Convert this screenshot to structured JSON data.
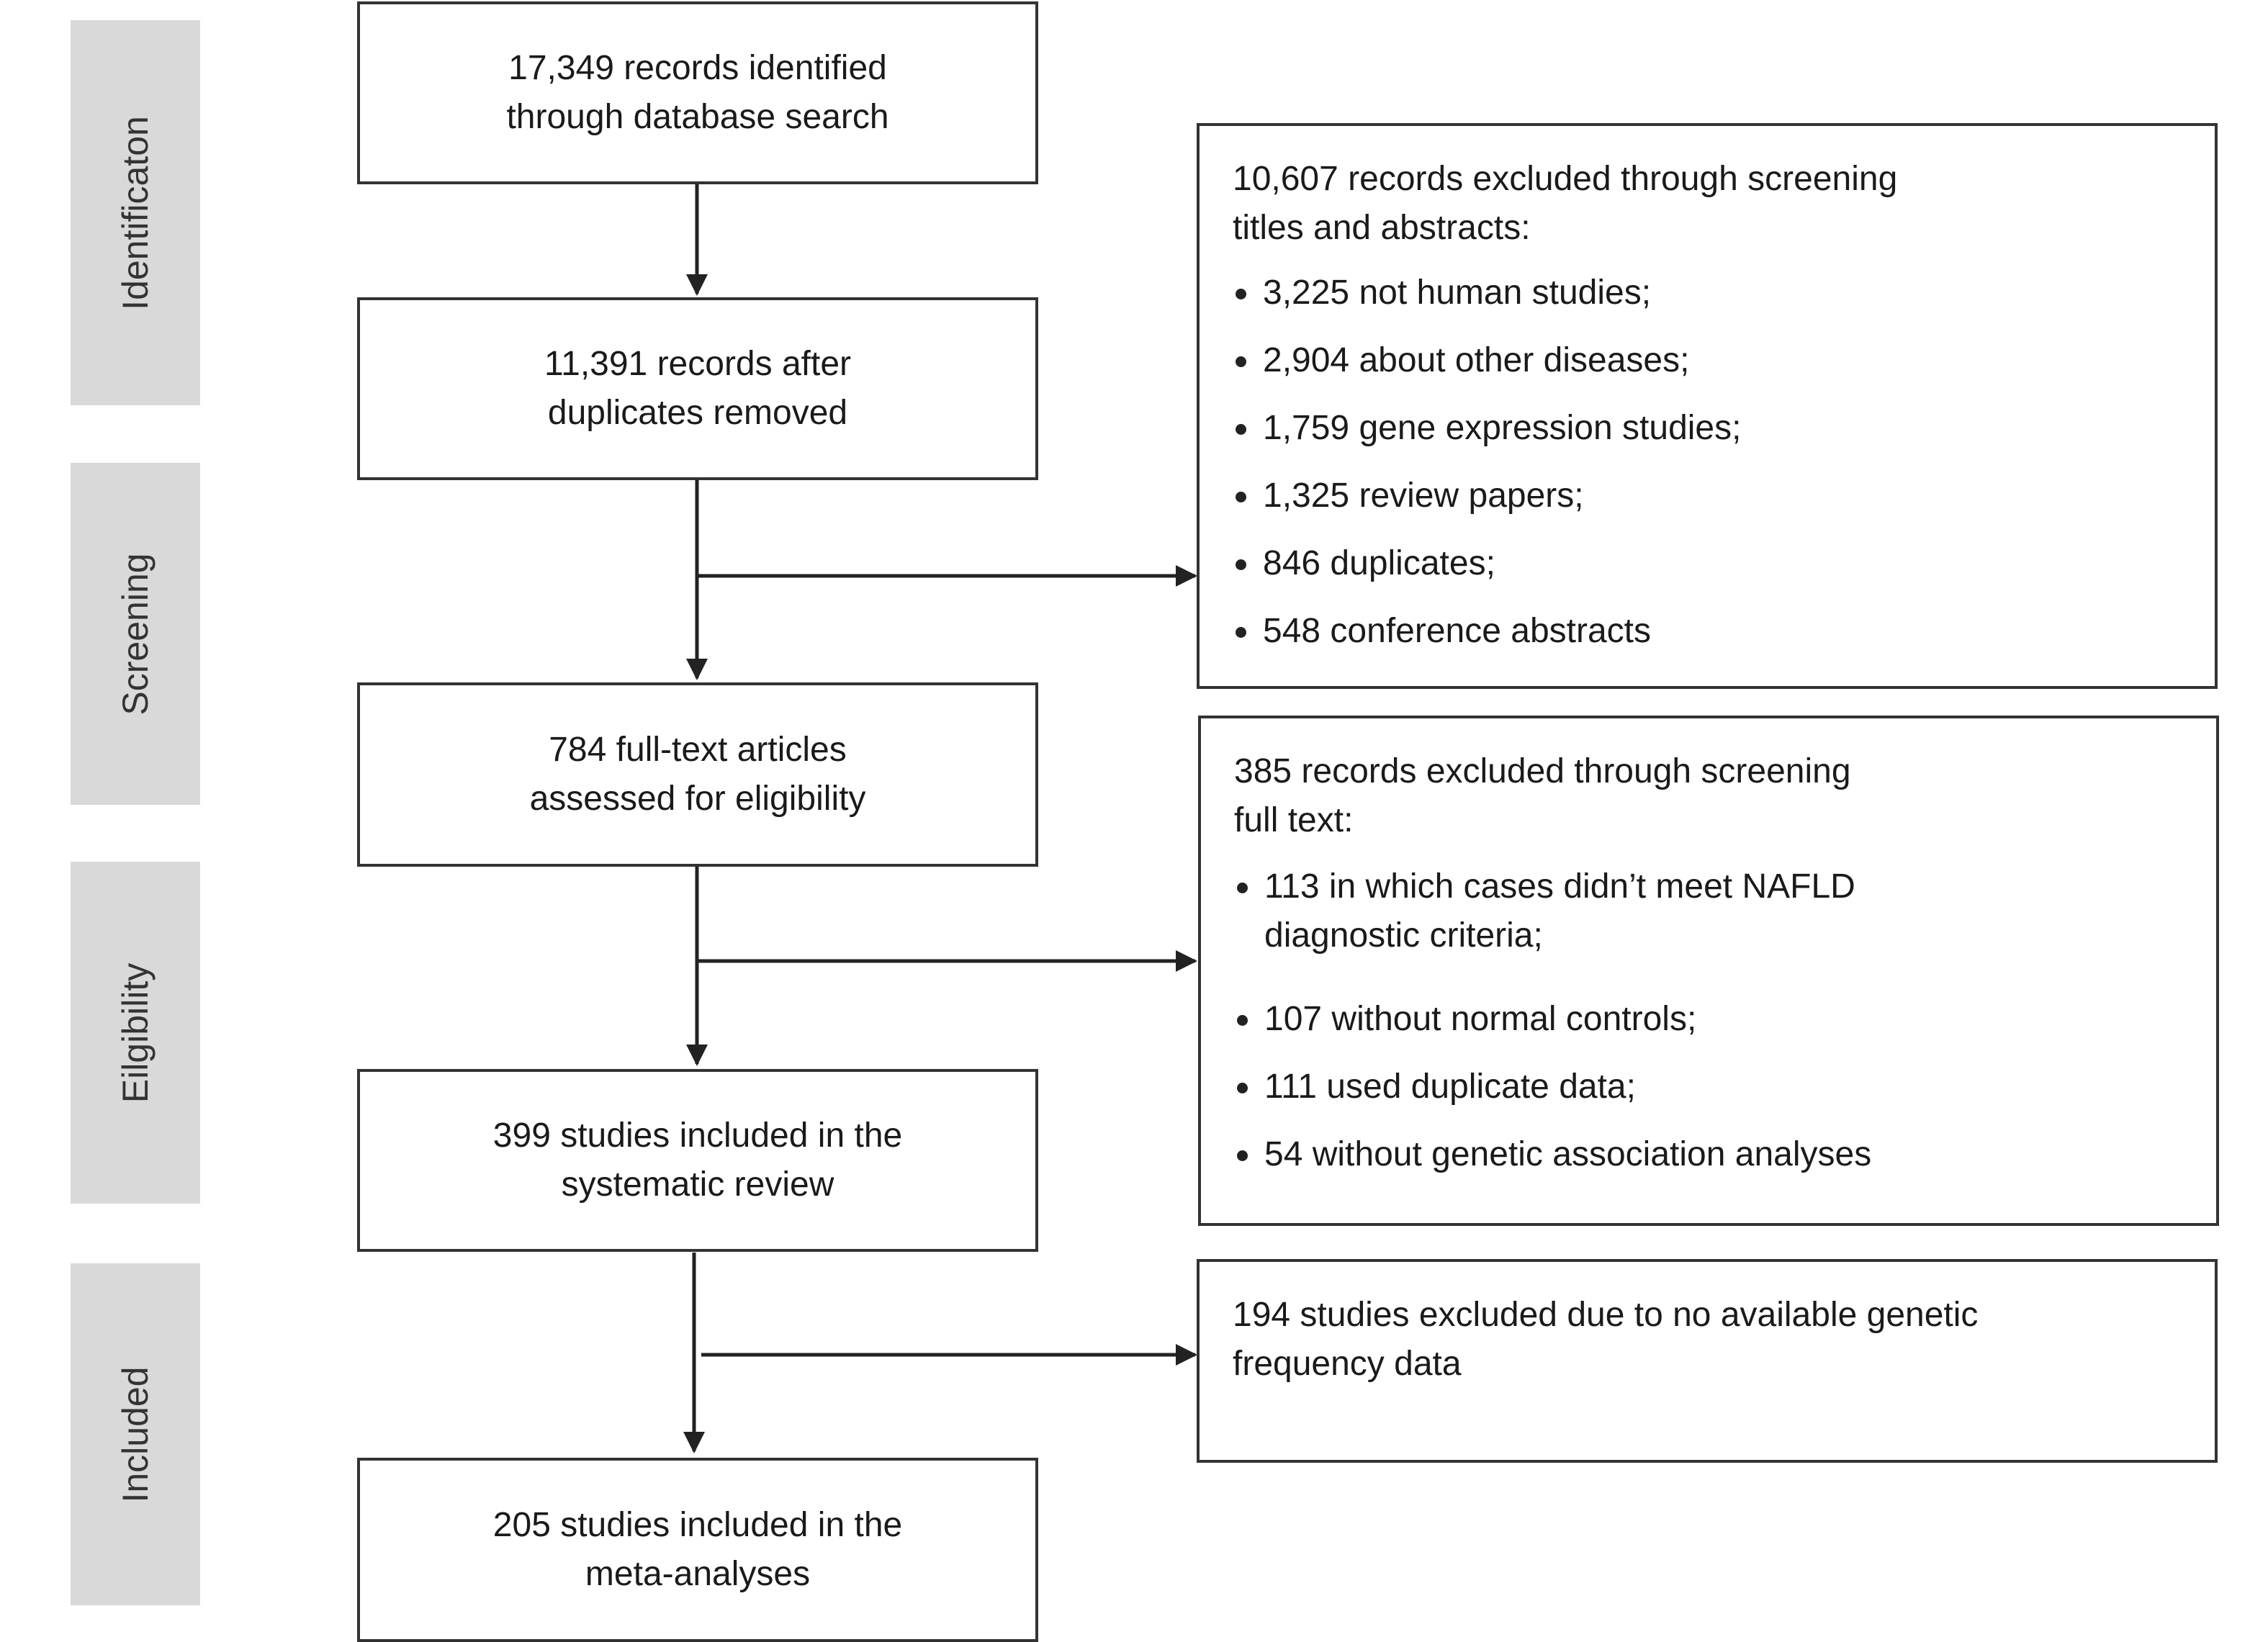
{
  "stages": [
    {
      "id": "identification",
      "label": "Identificaton"
    },
    {
      "id": "screening",
      "label": "Screening"
    },
    {
      "id": "eligibility",
      "label": "Eilgibility"
    },
    {
      "id": "included",
      "label": "Included"
    }
  ],
  "main_boxes": [
    {
      "id": "identified",
      "lines": [
        "17,349 records identified",
        "through database search"
      ]
    },
    {
      "id": "after-duplicates",
      "lines": [
        "11,391 records after",
        "duplicates removed"
      ]
    },
    {
      "id": "full-text",
      "lines": [
        "784 full-text articles",
        "assessed for eligibility"
      ]
    },
    {
      "id": "systematic-review",
      "lines": [
        "399 studies included in the",
        "systematic review"
      ]
    },
    {
      "id": "meta-analyses",
      "lines": [
        "205 studies included in the",
        "meta-analyses"
      ]
    }
  ],
  "side_boxes": [
    {
      "id": "screening-exclusions",
      "heading_lines": [
        "10,607 records excluded through screening",
        "titles and abstracts:"
      ],
      "items": [
        [
          "3,225 not human studies;"
        ],
        [
          "2,904 about other diseases;"
        ],
        [
          "1,759 gene expression studies;"
        ],
        [
          "1,325 review papers;"
        ],
        [
          "846 duplicates;"
        ],
        [
          "548 conference abstracts"
        ]
      ]
    },
    {
      "id": "fulltext-exclusions",
      "heading_lines": [
        "385 records excluded through screening",
        "full text:"
      ],
      "items": [
        [
          "113 in which cases didn’t meet NAFLD",
          "diagnostic criteria;"
        ],
        [
          "107 without normal controls;"
        ],
        [
          "111 used duplicate data;"
        ],
        [
          "54 without genetic association analyses"
        ]
      ]
    },
    {
      "id": "frequency-exclusions",
      "heading_lines": [
        "194 studies excluded due to no available genetic",
        "frequency data"
      ],
      "items": []
    }
  ]
}
